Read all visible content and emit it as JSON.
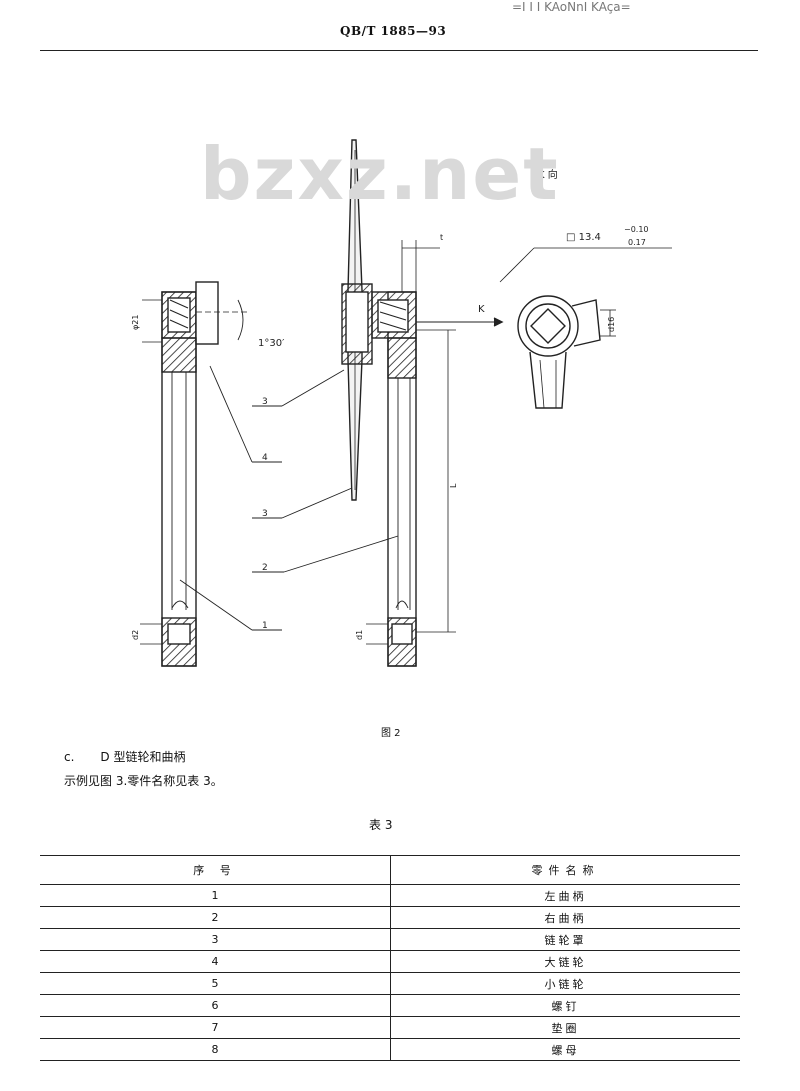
{
  "header": {
    "corner_text": "=I I I KAoNnI KAça=",
    "standard_code": "QB/T 1885—93"
  },
  "watermark": "bzxz.net",
  "figure": {
    "view_label": "K 向",
    "square_spec": "□ 13.4",
    "tol_upper": "−0.10",
    "tol_lower": "0.17",
    "arrow_label": "K",
    "angle_label": "1°30′",
    "dim_d21": "φ21",
    "dim_d16": "d16",
    "dim_d2": "d2",
    "dim_d1": "d1",
    "dim_L": "L",
    "dim_t": "t",
    "callouts": [
      "1",
      "2",
      "3",
      "3",
      "4"
    ],
    "caption": "图 2"
  },
  "text": {
    "item_letter": "c.",
    "item_title": "D 型链轮和曲柄",
    "example_line": "示例见图 3.零件名称见表 3。"
  },
  "table": {
    "title": "表 3",
    "header_no": "序 号",
    "header_name": "零件名称",
    "rows": [
      {
        "no": "1",
        "name": "左曲柄"
      },
      {
        "no": "2",
        "name": "右曲柄"
      },
      {
        "no": "3",
        "name": "链轮罩"
      },
      {
        "no": "4",
        "name": "大链轮"
      },
      {
        "no": "5",
        "name": "小链轮"
      },
      {
        "no": "6",
        "name": "螺钉"
      },
      {
        "no": "7",
        "name": "垫圈"
      },
      {
        "no": "8",
        "name": "螺母"
      }
    ]
  }
}
